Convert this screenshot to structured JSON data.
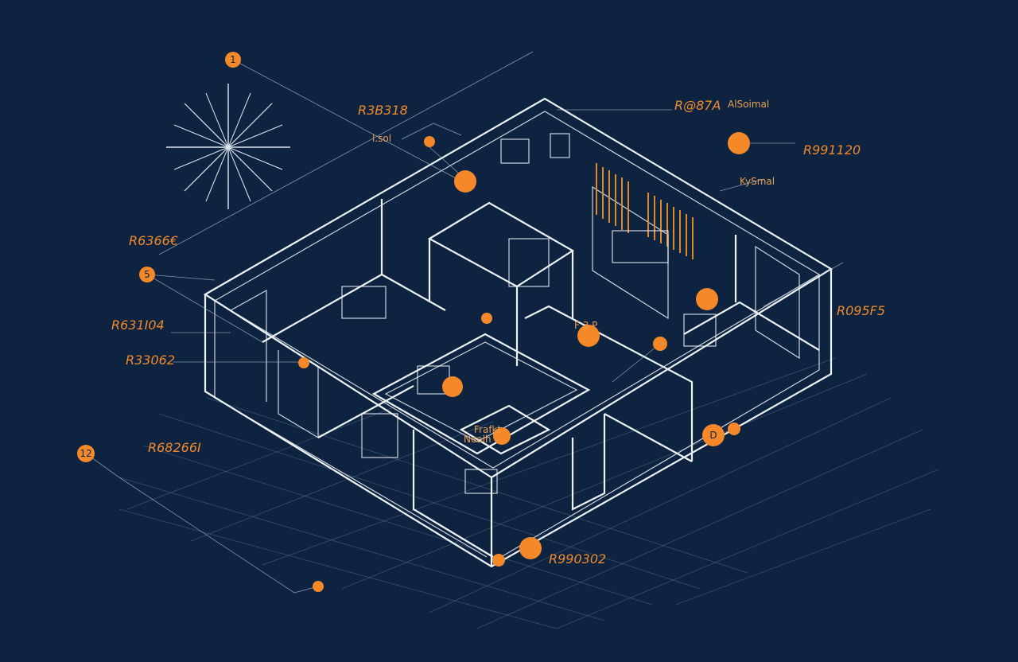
{
  "palette": {
    "background": "#0d2340",
    "accent": "#f5892a",
    "line": "#eef3f8"
  },
  "icons": {
    "compass": "compass-star-icon"
  },
  "callouts": [
    {
      "id": "c1",
      "marker": "1",
      "label": "",
      "side": "top-left"
    },
    {
      "id": "c5",
      "marker": "5",
      "label": "",
      "side": "left"
    },
    {
      "id": "c12",
      "marker": "12",
      "label": "",
      "side": "left"
    },
    {
      "id": "c-right",
      "marker": "D",
      "label": "",
      "side": "bottom-right"
    }
  ],
  "labels": {
    "top_center": "R3B318",
    "top_right_a": "R@87A",
    "top_right_b": "AlSoimal",
    "right_1": "R991120",
    "right_2": "KySmal",
    "right_3": "R095F5",
    "left_1": "R6366€",
    "left_2": "R631I04",
    "left_3": "R33062",
    "left_4": "R68266I",
    "bottom": "R990302",
    "room_center_a": "Frafkt",
    "room_center_b": "Nealh",
    "room_mid": "F  3  P",
    "small_top": "l.sol"
  }
}
